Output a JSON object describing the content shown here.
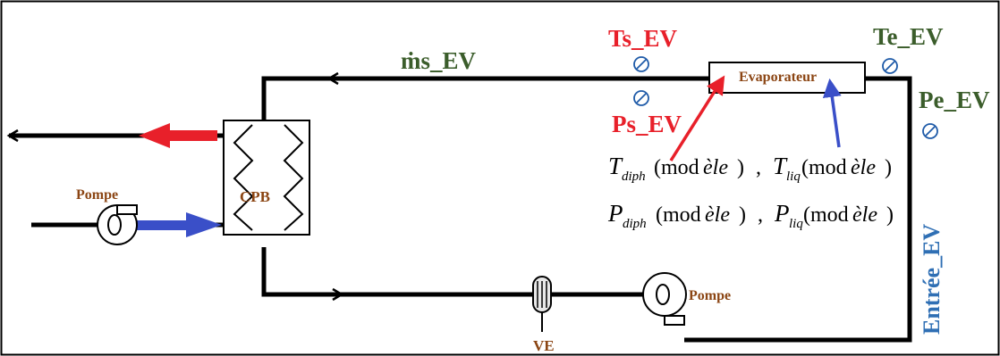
{
  "colors": {
    "red": "#e8202a",
    "green": "#3b5d2b",
    "blue": "#3a4fc8",
    "label_blue": "#2f6fb4",
    "brown": "#8b4513",
    "gauge_blue": "#1e5aa8",
    "line": "#000000"
  },
  "labels": {
    "ms_ev": "ṁs_EV",
    "ts_ev": "Ts_EV",
    "ps_ev": "Ps_EV",
    "te_ev": "Te_EV",
    "pe_ev": "Pe_EV",
    "entree_ev": "Entrée_EV",
    "evaporateur": "Evaporateur",
    "cpb": "CPB",
    "pompe_left": "Pompe",
    "pompe_bottom": "Pompe",
    "ve": "VE"
  },
  "formula": {
    "t_diph_sym": "T",
    "t_diph_sub": "diph",
    "t_liq_sym": "T",
    "t_liq_sub": "liq",
    "p_diph_sym": "P",
    "p_diph_sub": "diph",
    "p_liq_sym": "P",
    "p_liq_sub": "liq",
    "mod": "(mod",
    "ele": "èle",
    "close": ")",
    "comma": ","
  },
  "icons": [
    "gauge-icon",
    "pump-icon",
    "valve-icon",
    "arrow-icon"
  ]
}
